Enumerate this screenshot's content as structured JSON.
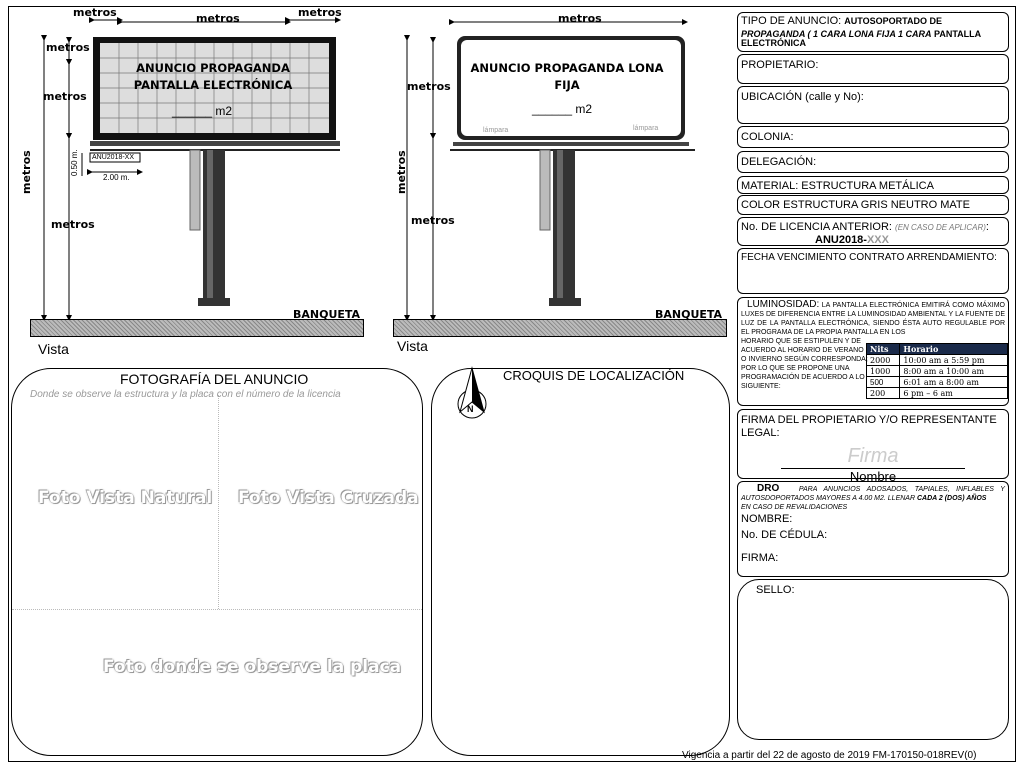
{
  "left_sign": {
    "dim_top_left": "metros",
    "dim_top_center": "metros",
    "dim_top_right": "metros",
    "dim_left_top": "metros",
    "dim_left_mid": "metros",
    "dim_left_low": "metros",
    "dim_vertical": "metros",
    "title_line1": "ANUNCIO PROPAGANDA",
    "title_line2": "PANTALLA ELECTRÓNICA",
    "area_blank": "______",
    "area_unit": "m2",
    "plate_text": "ANU2018-XX",
    "plate_height": "0.50 m.",
    "plate_width": "2.00 m.",
    "ground_label": "BANQUETA",
    "vista": "Vista"
  },
  "right_sign": {
    "dim_top_center": "metros",
    "dim_left_mid": "metros",
    "dim_left_low": "metros",
    "dim_vertical": "metros",
    "title_line1": "ANUNCIO PROPAGANDA LONA",
    "title_line2": "FIJA",
    "area_blank": "______",
    "area_unit": "m2",
    "lamp_left": "lámpara",
    "lamp_right": "lámpara",
    "ground_label": "BANQUETA",
    "vista": "Vista"
  },
  "photo_section": {
    "title": "FOTOGRAFÍA DEL ANUNCIO",
    "subtitle": "Donde se observe la estructura y la placa con el número de la licencia",
    "wm_natural": "Foto Vista Natural",
    "wm_cruzada": "Foto Vista Cruzada",
    "wm_placa": "Foto donde se observe la placa"
  },
  "map_section": {
    "title": "CROQUIS DE LOCALIZACIÓN",
    "north": "N"
  },
  "form": {
    "tipo_label": "TIPO DE ANUNCIO: ",
    "tipo_value_1": "AUTOSOPORTADO DE",
    "tipo_value_2": "PROPAGANDA ( 1 CARA LONA FIJA 1 CARA",
    "tipo_value_3": " PANTALLA",
    "tipo_value_4": "ELECTRÓNICA",
    "propietario": "PROPIETARIO:",
    "ubicacion": "UBICACIÓN (calle y No):",
    "colonia": "COLONIA:",
    "delegacion": "DELEGACIÓN:",
    "material": "MATERIAL: ESTRUCTURA METÁLICA",
    "color": "COLOR ESTRUCTURA   GRIS NEUTRO MATE",
    "licencia_label": "No. DE LICENCIA ANTERIOR: ",
    "licencia_note": "(EN CASO DE APLICAR)",
    "licencia_colon": ":",
    "licencia_value": "ANU2018-",
    "licencia_suffix": "XXX",
    "fecha": "FECHA VENCIMIENTO CONTRATO ARRENDAMIENTO:",
    "luminosidad_label": "LUMINOSIDAD:",
    "luminosidad_text_1": "LA PANTALLA ELECTRÓNICA EMITIRÁ COMO MÁXIMO   LUXES DE DIFERENCIA ENTRE LA LUMINOSIDAD AMBIENTAL Y LA FUENTE DE LUZ DE LA PANTALLA ELECTRÓNICA, SIENDO ÉSTA AUTO REGULABLE POR EL PROGRAMA DE LA PROPIA PANTALLA EN LOS",
    "luminosidad_text_2": "HORARIO QUE SE ESTIPULEN Y DE ACUERDO AL HORARIO DE VERANO O INVIERNO SEGÚN CORRESPONDA; POR LO QUE SE PROPONE UNA PROGRAMACIÓN DE ACUERDO A LO SIGUIENTE:",
    "nits_table": {
      "headers": [
        "Nits",
        "Horario"
      ],
      "rows": [
        [
          "2000",
          "10:00 am a 5:59 pm"
        ],
        [
          "1000",
          "8:00 am a 10:00 am"
        ],
        [
          "500",
          "6:01 am a 8:00 am"
        ],
        [
          "200",
          "6 pm – 6 am"
        ]
      ]
    },
    "firma_label": "FIRMA DEL PROPIETARIO Y/O REPRESENTANTE LEGAL:",
    "firma_placeholder": "Firma",
    "nombre_caption": "Nombre",
    "dro_label": "DRO",
    "dro_text_1": "PARA ANUNCIOS ADOSADOS, TAPIALES, INFLABLES Y AUTOSDOPORTADOS MAYORES A 4.00 M2. LLENAR",
    "dro_text_bold": " CADA  2 (DOS) AÑOS",
    "dro_text_2": "EN CASO DE REVALIDACIONES",
    "nombre": "NOMBRE:",
    "cedula": "No. DE CÉDULA:",
    "firma": "FIRMA:",
    "sello": "SELLO:"
  },
  "footer": "Vigencia a partir del 22 de agosto de 2019 FM-170150-018REV(0)"
}
